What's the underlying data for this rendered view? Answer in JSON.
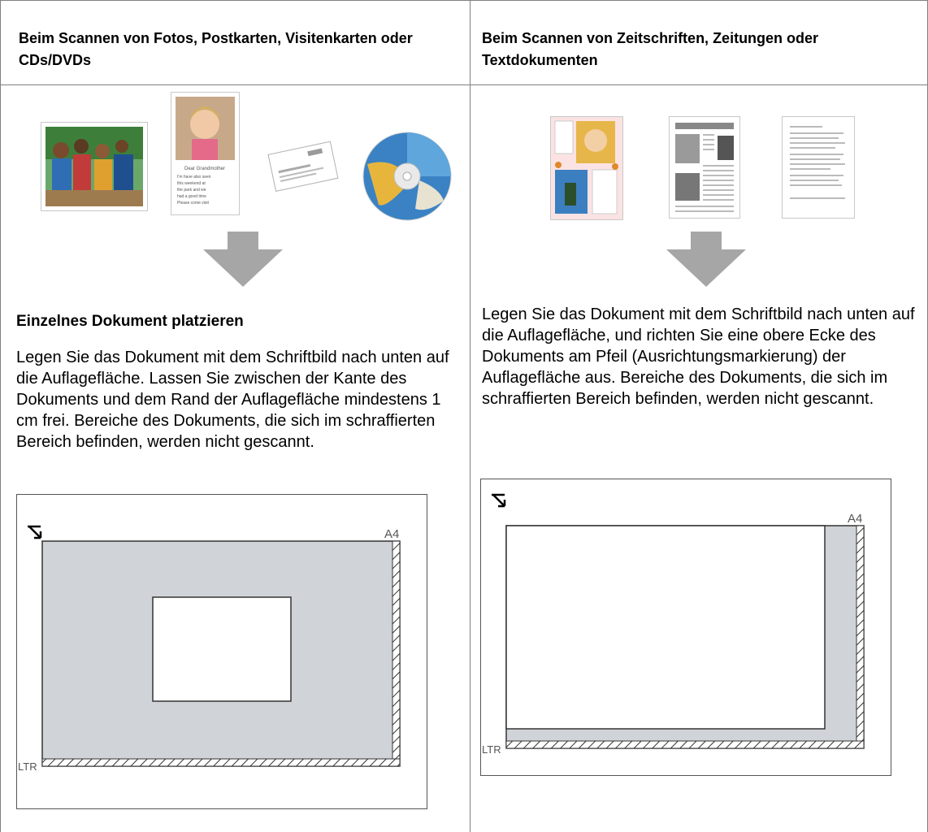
{
  "columns": [
    {
      "header": "Beim Scannen von Fotos, Postkarten, Visitenkarten oder CDs/DVDs",
      "heading": "Einzelnes Dokument platzieren",
      "text": "Legen Sie das Dokument mit dem Schriftbild nach unten auf die Auflagefläche. Lassen Sie zwischen der Kante des Dokuments und dem Rand der Auflagefläche mindestens 1 cm frei. Bereiche des Dokuments, die sich im schraffierten Bereich befinden, werden nicht gescannt.",
      "diagram": {
        "size_label": "A4",
        "ltr_label": "LTR"
      }
    },
    {
      "header": "Beim Scannen von Zeitschriften, Zeitungen oder Textdokumenten",
      "text": "Legen Sie das Dokument mit dem Schriftbild nach unten auf die Auflagefläche, und richten Sie eine obere Ecke des Dokuments am Pfeil (Ausrichtungsmarkierung) der Auflagefläche aus. Bereiche des Dokuments, die sich im schraffierten Bereich befinden, werden nicht gescannt.",
      "diagram": {
        "size_label": "A4",
        "ltr_label": "LTR"
      }
    }
  ],
  "postcard_text": [
    "Dear Grandmother",
    "I'm have also seen",
    "this weekend at",
    "the park and we",
    "had a good time",
    "Please come visit"
  ],
  "colors": {
    "border": "#808080",
    "arrow": "#a6a6a6",
    "scan_area": "#d0d4d9"
  }
}
